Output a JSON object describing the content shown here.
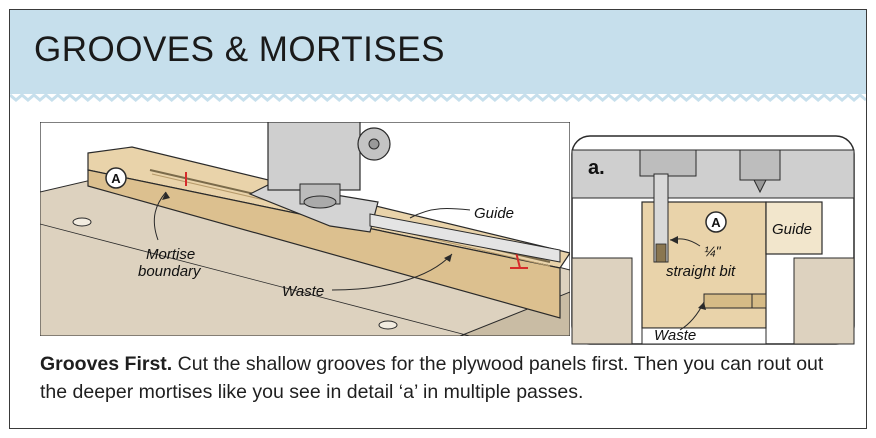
{
  "header": {
    "title": "GROOVES & MORTISES"
  },
  "main_illustration": {
    "part_label": "A",
    "labels": {
      "guide": "Guide",
      "mortise_line1": "Mortise",
      "mortise_line2": "boundary",
      "waste": "Waste"
    }
  },
  "detail_illustration": {
    "detail_tag": "a.",
    "part_label": "A",
    "labels": {
      "guide": "Guide",
      "bit_size": "¼\"",
      "bit_name": "straight bit",
      "waste": "Waste"
    }
  },
  "caption": {
    "lead": "Grooves First.",
    "body": " Cut the shallow grooves for the plywood panels first. Then you can rout out the deeper mortises like you see in detail ‘a’ in multiple passes."
  },
  "colors": {
    "header_bg": "#c6dfec",
    "wood": "#e9d3aa",
    "bench": "#ddd2bf",
    "metal": "#cfcfcf",
    "mark_red": "#d62b2b"
  }
}
